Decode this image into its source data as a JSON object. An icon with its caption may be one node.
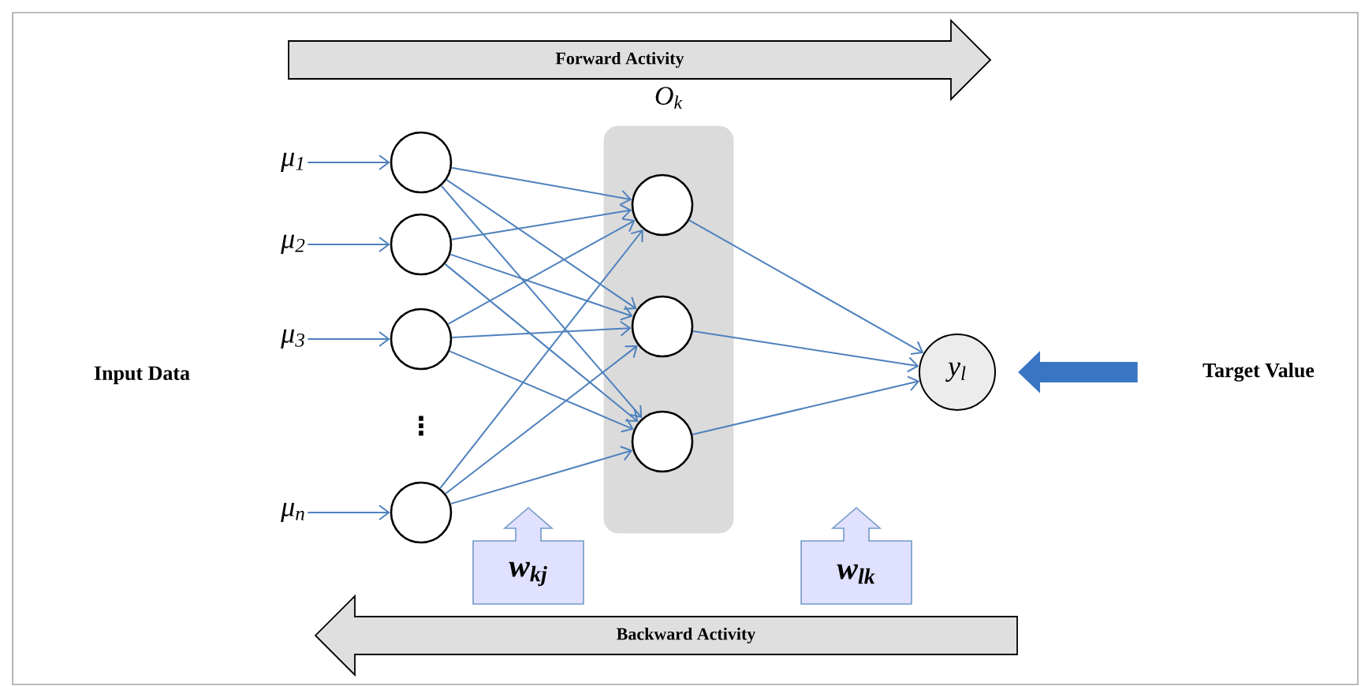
{
  "diagram": {
    "nodes": [
      {
        "text": [
          "Forward Activity"
        ]
      },
      {
        "text": [
          "Input Data"
        ]
      },
      {
        "text": [
          "μ$_{1}$"
        ]
      },
      {
        "text": [
          "μ$_{2}$"
        ]
      },
      {
        "text": [
          "μ$_{3}$"
        ]
      },
      {
        "text": [
          "μ$_{n}$"
        ]
      },
      {
        "text": [],
        "shape": "circle"
      },
      {
        "text": [],
        "shape": "circle"
      },
      {
        "text": [],
        "shape": "circle"
      },
      {
        "text": [],
        "shape": "circle"
      },
      {
        "text": [
          "O$_{k}$"
        ]
      },
      {
        "text": [],
        "shape": "circle",
        "in": 10
      },
      {
        "text": [],
        "shape": "circle",
        "in": 10
      },
      {
        "text": [],
        "shape": "circle",
        "in": 10
      },
      {
        "text": [
          "y$_{l}$"
        ]
      },
      {
        "text": [
          "Target Value"
        ]
      },
      {
        "text": [
          "w$_{kj}$"
        ]
      },
      {
        "text": [
          "w$_{lk}$"
        ]
      },
      {
        "text": [
          "Backward Activity"
        ]
      }
    ],
    "edges": [
      {
        "from": 2,
        "to": 6,
        "arrow": "to"
      },
      {
        "from": 3,
        "to": 7,
        "arrow": "to"
      },
      {
        "from": 4,
        "to": 8,
        "arrow": "to"
      },
      {
        "from": 5,
        "to": 9,
        "arrow": "to"
      },
      {
        "from": 6,
        "to": 11,
        "arrow": "to"
      },
      {
        "from": 6,
        "to": 12,
        "arrow": "to"
      },
      {
        "from": 6,
        "to": 13,
        "arrow": "to"
      },
      {
        "from": 7,
        "to": 11,
        "arrow": "to"
      },
      {
        "from": 7,
        "to": 12,
        "arrow": "to"
      },
      {
        "from": 7,
        "to": 13,
        "arrow": "to"
      },
      {
        "from": 8,
        "to": 11,
        "arrow": "to"
      },
      {
        "from": 8,
        "to": 12,
        "arrow": "to"
      },
      {
        "from": 8,
        "to": 13,
        "arrow": "to"
      },
      {
        "from": 9,
        "to": 11,
        "arrow": "to"
      },
      {
        "from": 9,
        "to": 12,
        "arrow": "to"
      },
      {
        "from": 9,
        "to": 13,
        "arrow": "to"
      },
      {
        "from": 11,
        "to": 14,
        "arrow": "to"
      },
      {
        "from": 12,
        "to": 14,
        "arrow": "to"
      },
      {
        "from": 13,
        "to": 14,
        "arrow": "to"
      },
      {
        "from": 15,
        "to": 14,
        "arrow": "to",
        "style": "thick",
        "color": "#3a75c4"
      }
    ],
    "labels": [
      "⋮"
    ]
  }
}
